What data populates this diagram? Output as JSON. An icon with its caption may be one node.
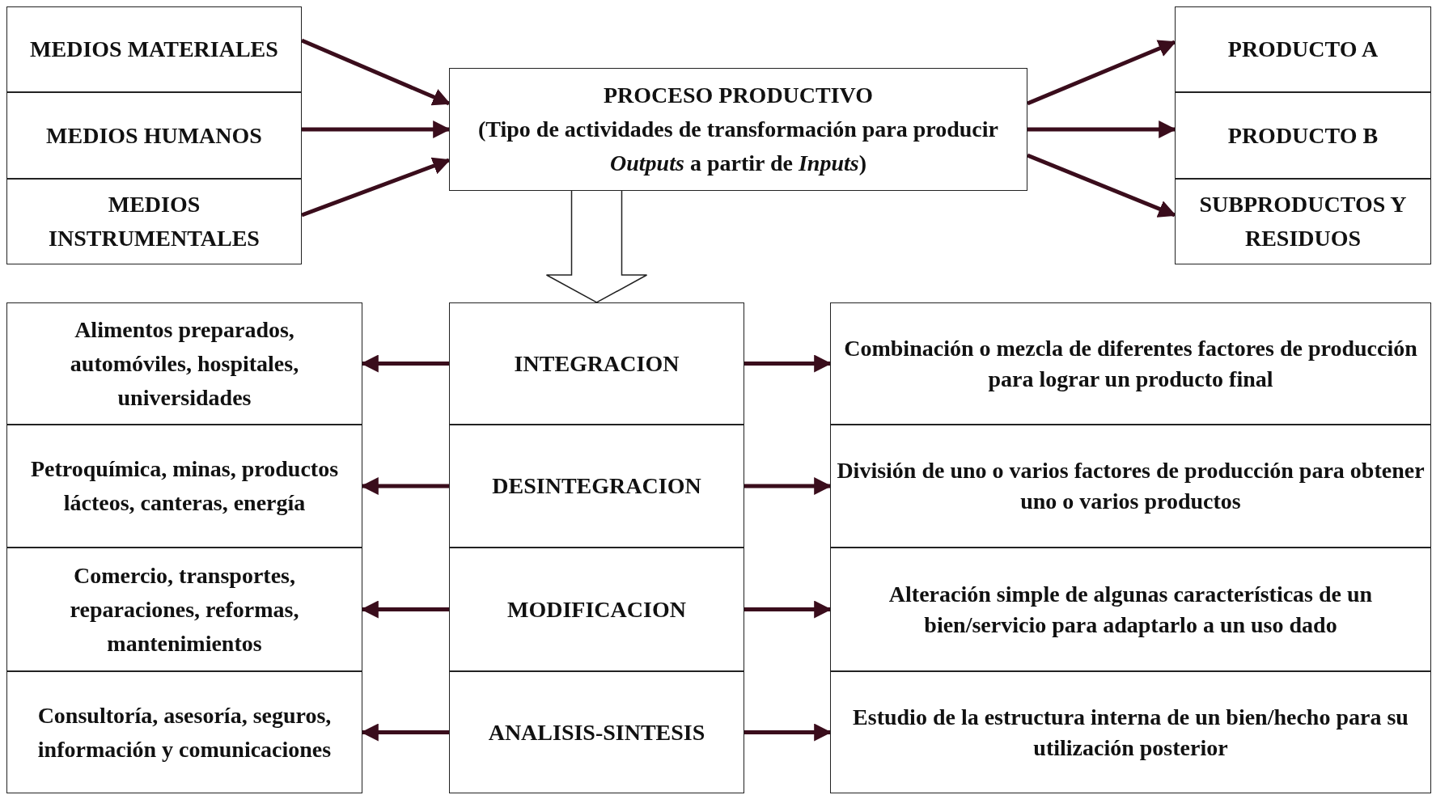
{
  "diagram": {
    "nodes": [
      {
        "text": [
          "MEDIOS MATERIALES"
        ]
      },
      {
        "text": [
          "MEDIOS HUMANOS"
        ]
      },
      {
        "text": [
          "MEDIOS INSTRUMENTALES"
        ]
      },
      {
        "text": [
          "PROCESO PRODUCTIVO",
          "(Tipo de actividades de transformación para producir *Outputs* a partir de *Inputs*)"
        ]
      },
      {
        "text": [
          "PRODUCTO A"
        ]
      },
      {
        "text": [
          "PRODUCTO B"
        ]
      },
      {
        "text": [
          "SUBPRODUCTOS Y RESIDUOS"
        ]
      },
      {
        "text": [
          "Alimentos preparados, automóviles, hospitales, universidades"
        ]
      },
      {
        "text": [
          "INTEGRACION"
        ]
      },
      {
        "text": [
          "Combinación o mezcla de diferentes factores de producción para lograr un producto final"
        ]
      },
      {
        "text": [
          "Petroquímica, minas, productos lácteos, canteras, energía"
        ]
      },
      {
        "text": [
          "DESINTEGRACION"
        ]
      },
      {
        "text": [
          "División de uno o varios factores de producción para obtener uno o varios productos"
        ]
      },
      {
        "text": [
          "Comercio, transportes, reparaciones, reformas, mantenimientos"
        ]
      },
      {
        "text": [
          "MODIFICACION"
        ]
      },
      {
        "text": [
          "Alteración simple de algunas características de un bien/servicio para adaptarlo a un uso dado"
        ]
      },
      {
        "text": [
          "Consultoría, asesoría, seguros, información y comunicaciones"
        ]
      },
      {
        "text": [
          "ANALISIS-SINTESIS"
        ]
      },
      {
        "text": [
          "Estudio de la estructura interna de un bien/hecho para su utilización posterior"
        ]
      }
    ],
    "edges": [
      {
        "from": 0,
        "to": 3,
        "arrow": "to"
      },
      {
        "from": 1,
        "to": 3,
        "arrow": "to"
      },
      {
        "from": 2,
        "to": 3,
        "arrow": "to"
      },
      {
        "from": 3,
        "to": 4,
        "arrow": "to"
      },
      {
        "from": 3,
        "to": 5,
        "arrow": "to"
      },
      {
        "from": 3,
        "to": 6,
        "arrow": "to"
      },
      {
        "from": 3,
        "to": 8,
        "arrow": "to",
        "style": "thick"
      },
      {
        "from": 8,
        "to": 7,
        "arrow": "to"
      },
      {
        "from": 8,
        "to": 9,
        "arrow": "to"
      },
      {
        "from": 11,
        "to": 10,
        "arrow": "to"
      },
      {
        "from": 11,
        "to": 12,
        "arrow": "to"
      },
      {
        "from": 14,
        "to": 13,
        "arrow": "to"
      },
      {
        "from": 14,
        "to": 15,
        "arrow": "to"
      },
      {
        "from": 17,
        "to": 16,
        "arrow": "to"
      },
      {
        "from": 17,
        "to": 18,
        "arrow": "to"
      }
    ]
  }
}
